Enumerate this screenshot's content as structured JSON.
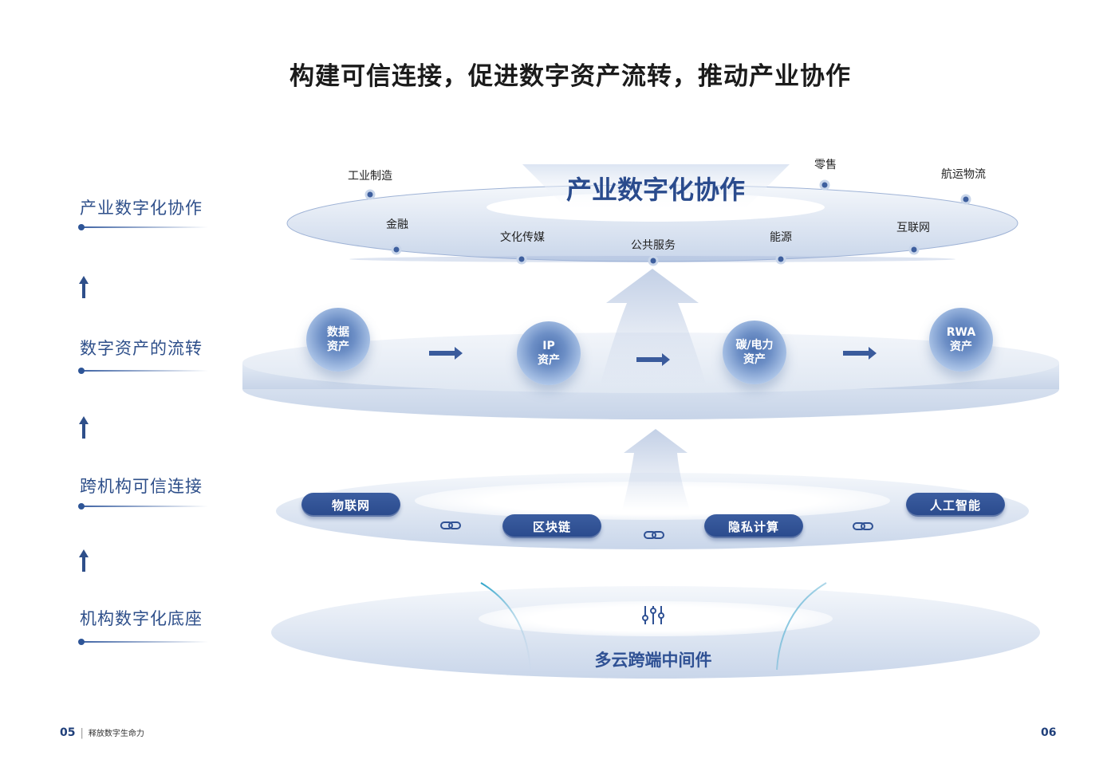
{
  "title": "构建可信连接，促进数字资产流转，推动产业协作",
  "layers": [
    {
      "label": "产业数字化协作"
    },
    {
      "label": "数字资产的流转"
    },
    {
      "label": "跨机构可信连接"
    },
    {
      "label": "机构数字化底座"
    }
  ],
  "industry": {
    "center_label": "产业数字化协作",
    "back_nodes": [
      "工业制造",
      "零售",
      "航运物流"
    ],
    "front_nodes": [
      "金融",
      "文化传媒",
      "公共服务",
      "能源",
      "互联网"
    ]
  },
  "assets": [
    {
      "line1": "数据",
      "line2": "资产"
    },
    {
      "line1": "IP",
      "line2": "资产"
    },
    {
      "line1": "碳/电力",
      "line2": "资产"
    },
    {
      "line1": "RWA",
      "line2": "资产"
    }
  ],
  "tech": [
    "物联网",
    "区块链",
    "隐私计算",
    "人工智能"
  ],
  "base": {
    "label": "多云跨端中间件"
  },
  "footer": {
    "left_page": "05",
    "left_text": "释放数字生命力",
    "right_page": "06"
  },
  "colors": {
    "primary": "#2e4f8a",
    "pill": "#2f5194",
    "ring": "#dde5f1"
  },
  "icons": [
    "arrow-up-icon",
    "arrow-right-icon",
    "link-icon",
    "sliders-icon"
  ]
}
